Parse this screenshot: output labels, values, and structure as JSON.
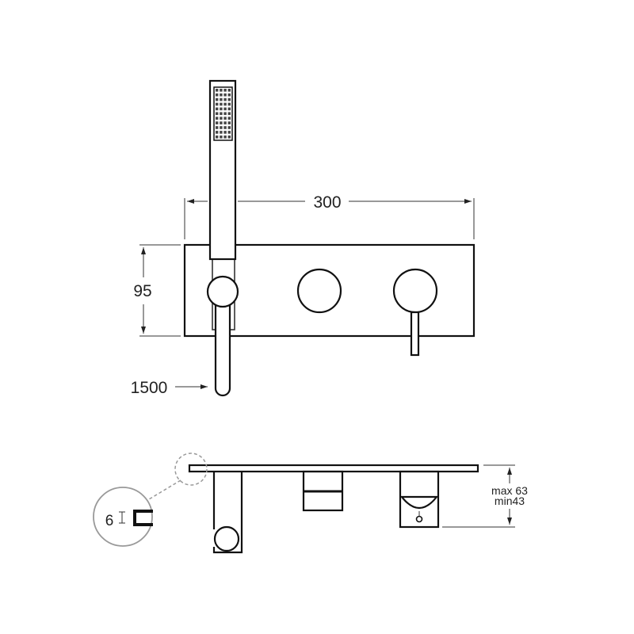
{
  "front_view": {
    "width_dimension": "300",
    "height_dimension": "95",
    "hose_length": "1500"
  },
  "side_view": {
    "depth_max": "max 63",
    "depth_min": "min43",
    "detail_thickness": "6"
  },
  "colors": {
    "line": "#111111",
    "detail_circle": "#999999"
  }
}
